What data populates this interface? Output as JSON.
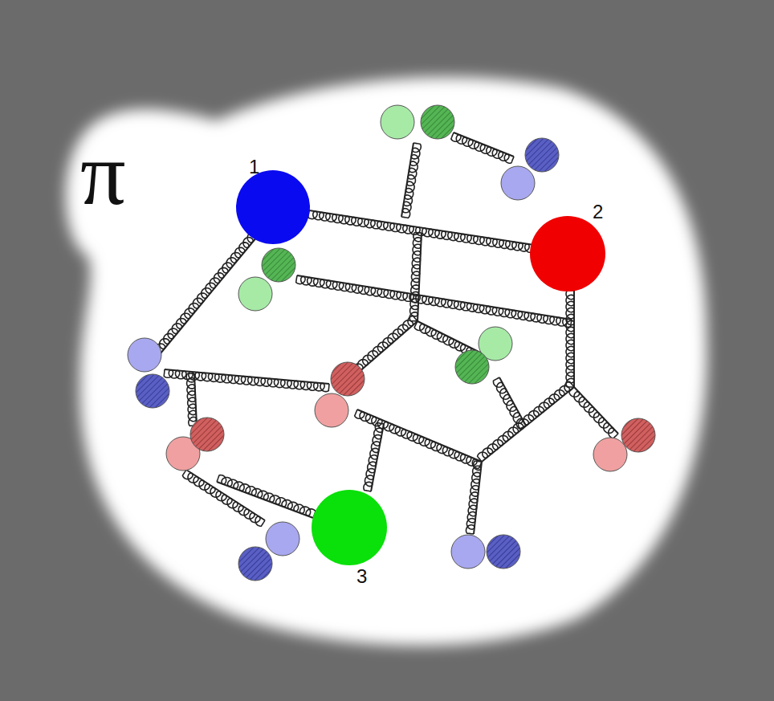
{
  "diagram": {
    "labels": [
      "π",
      "1",
      "2",
      "3"
    ]
  }
}
